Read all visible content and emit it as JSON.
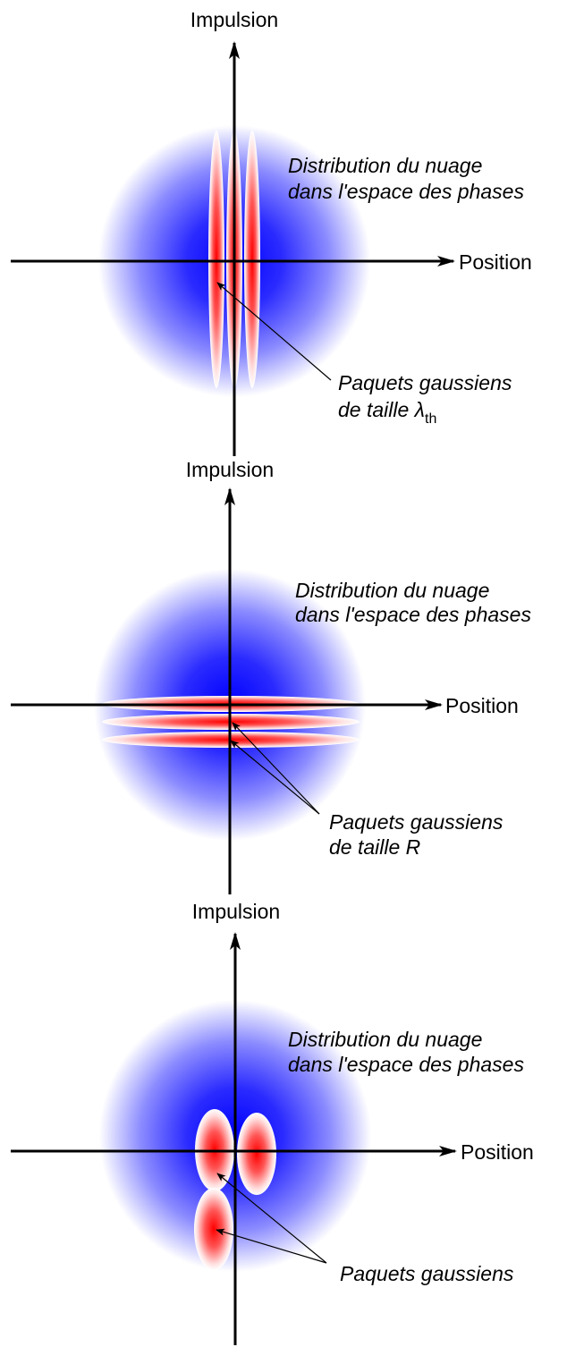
{
  "panels": [
    {
      "y_axis_label": "Impulsion",
      "x_axis_label": "Position",
      "cloud_label_line1": "Distribution du nuage",
      "cloud_label_line2": "dans l'espace des phases",
      "packets_label_line1": "Paquets gaussiens",
      "packets_label_line2_prefix": "de taille ",
      "packets_label_symbol": "λ",
      "packets_label_subscript": "th"
    },
    {
      "y_axis_label": "Impulsion",
      "x_axis_label": "Position",
      "cloud_label_line1": "Distribution du nuage",
      "cloud_label_line2": "dans l'espace des phases",
      "packets_label_line1": "Paquets gaussiens",
      "packets_label_line2_prefix": "de taille ",
      "packets_label_symbol": "R"
    },
    {
      "y_axis_label": "Impulsion",
      "x_axis_label": "Position",
      "cloud_label_line1": "Distribution du nuage",
      "cloud_label_line2": "dans l'espace des phases",
      "packets_label_line1": "Paquets gaussiens"
    }
  ],
  "colors": {
    "cloud_center": "#0000ff",
    "packet_center": "#ff0000",
    "axis": "#000000"
  }
}
